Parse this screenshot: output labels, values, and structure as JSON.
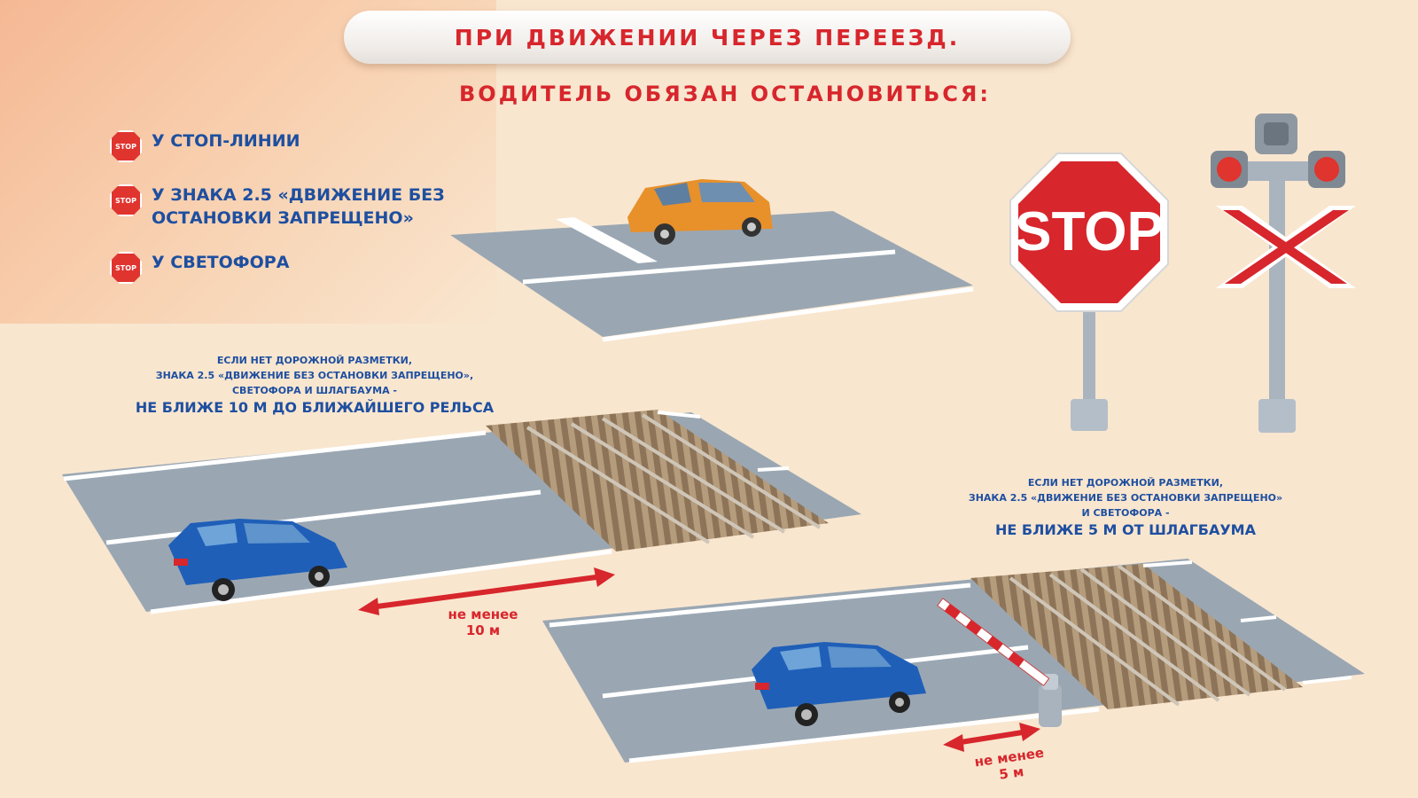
{
  "title": "ПРИ ДВИЖЕНИИ ЧЕРЕЗ ПЕРЕЕЗД.",
  "subtitle": "ВОДИТЕЛЬ ОБЯЗАН ОСТАНОВИТЬСЯ:",
  "rules": [
    {
      "icon": "stop-sign-icon",
      "icon_text": "STOP",
      "text": "У СТОП-ЛИНИИ"
    },
    {
      "icon": "stop-sign-icon",
      "icon_text": "STOP",
      "text": "У ЗНАКА 2.5 «ДВИЖЕНИЕ БЕЗ ОСТАНОВКИ ЗАПРЕЩЕНО»"
    },
    {
      "icon": "stop-sign-icon",
      "icon_text": "STOP",
      "text": "У СВЕТОФОРА"
    }
  ],
  "note_10m": {
    "line1": "ЕСЛИ НЕТ ДОРОЖНОЙ РАЗМЕТКИ,",
    "line2": "ЗНАКА 2.5 «ДВИЖЕНИЕ БЕЗ ОСТАНОВКИ ЗАПРЕЩЕНО»,",
    "line3": "СВЕТОФОРА И ШЛАГБАУМА -",
    "emphasis": "НЕ БЛИЖЕ 10 М ДО БЛИЖАЙШЕГО РЕЛЬСА"
  },
  "note_5m": {
    "line1": "ЕСЛИ НЕТ ДОРОЖНОЙ РАЗМЕТКИ,",
    "line2": "ЗНАКА 2.5 «ДВИЖЕНИЕ БЕЗ ОСТАНОВКИ ЗАПРЕЩЕНО»",
    "line3": "И СВЕТОФОРА -",
    "emphasis": "НЕ БЛИЖЕ 5 М ОТ ШЛАГБАУМА"
  },
  "distance_10m": {
    "line1": "не менее",
    "line2": "10 м"
  },
  "distance_5m": {
    "line1": "не менее",
    "line2": "5 м"
  },
  "stop_sign_text": "STOP",
  "colors": {
    "background": "#f9e6cf",
    "accent_red": "#d7262c",
    "text_blue": "#1e4fa0",
    "road_gray": "#9aa7b3",
    "car_orange": "#e8902a",
    "car_blue": "#1f5fb8"
  }
}
